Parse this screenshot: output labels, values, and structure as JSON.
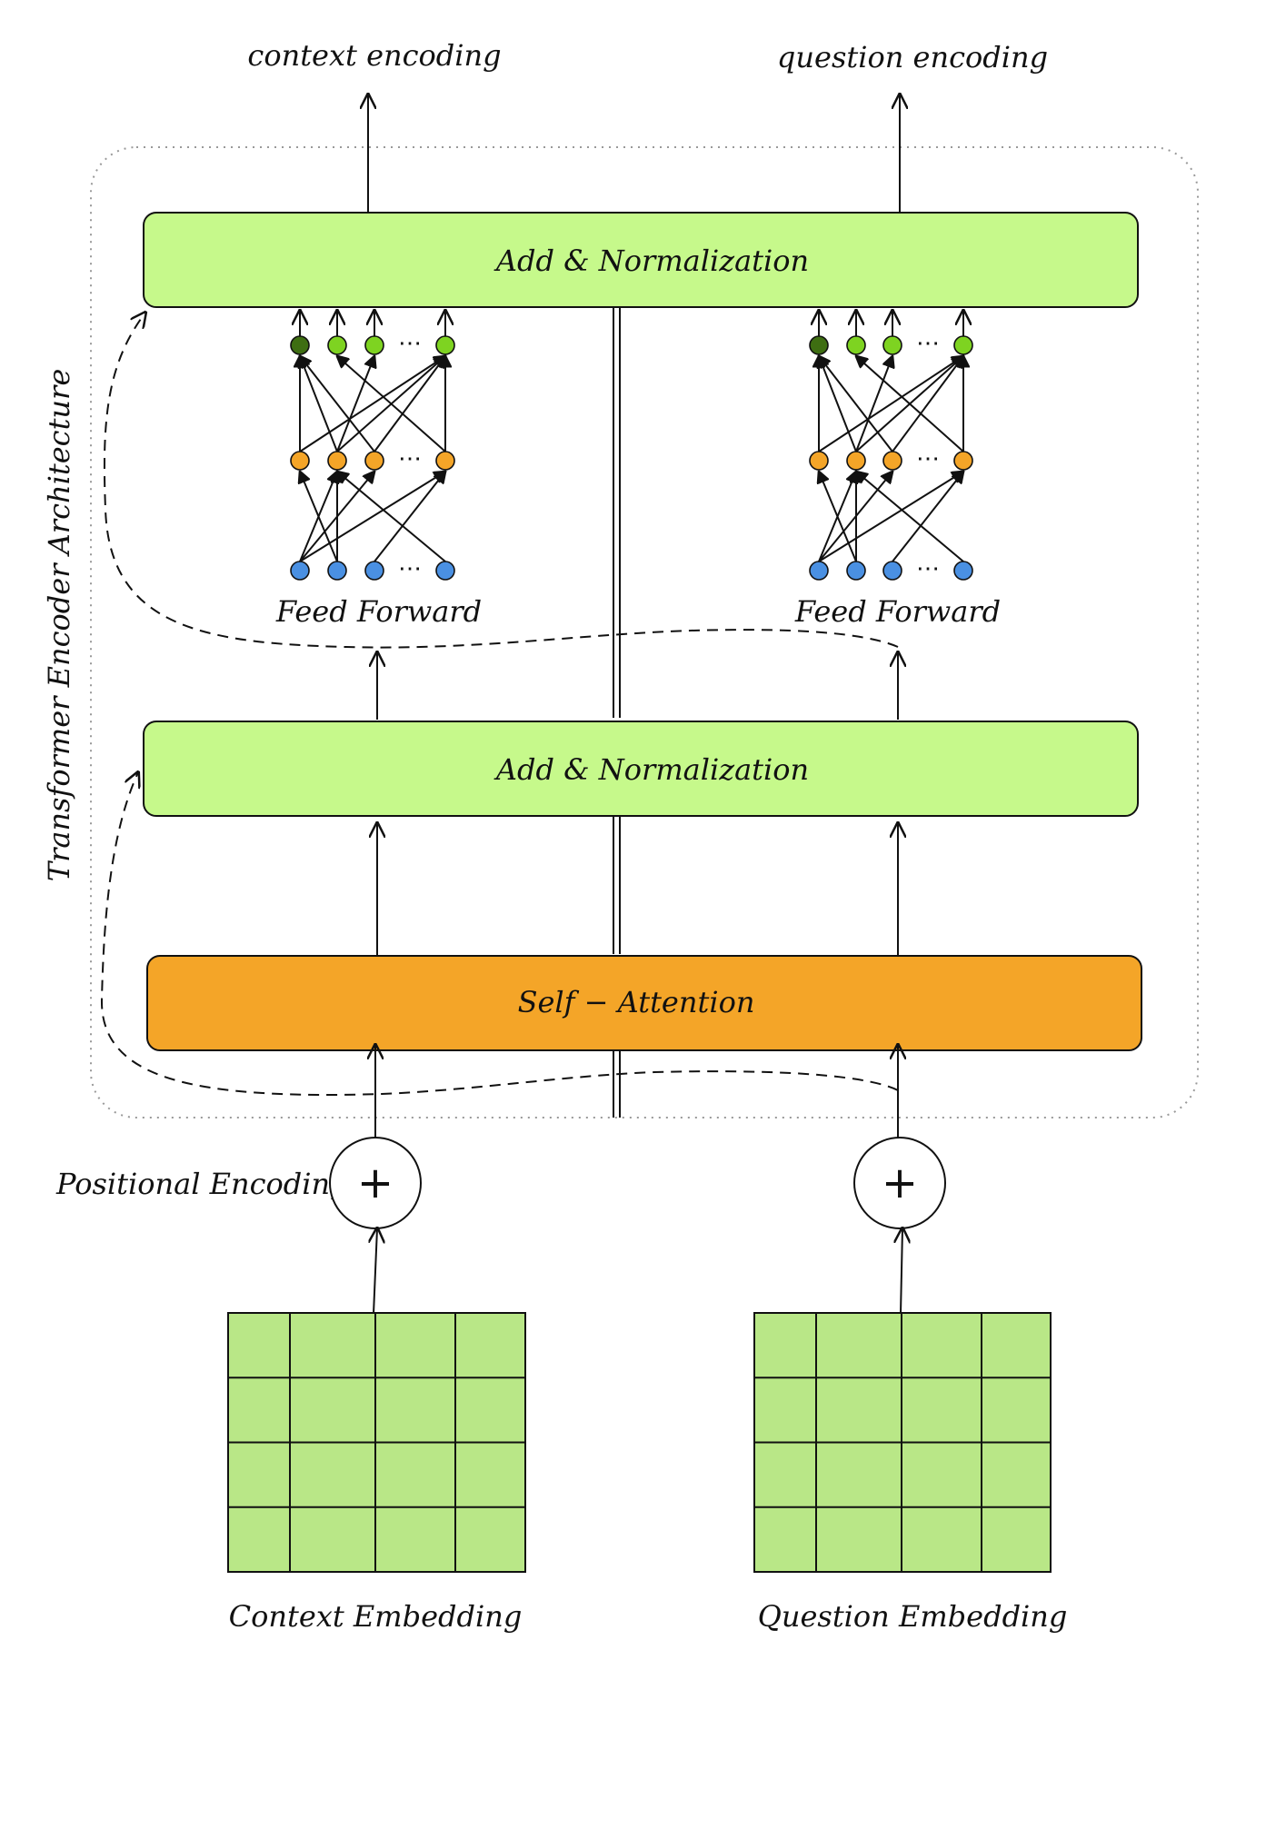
{
  "labels": {
    "context_encoding": "context encoding",
    "question_encoding": "question encoding",
    "add_norm_top": "Add & Normalization",
    "add_norm_mid": "Add & Normalization",
    "self_attention": "Self − Attention",
    "feed_forward_left": "Feed Forward",
    "feed_forward_right": "Feed Forward",
    "positional_encoding": "Positional Encoding",
    "context_embedding": "Context Embedding",
    "question_embedding": "Question Embedding",
    "architecture": "Transformer Encoder Architecture",
    "plus_symbol": "+",
    "ellipsis": "⋯"
  },
  "colors": {
    "add_norm_fill": "#c6f98b",
    "self_attention_fill": "#f4a528",
    "embedding_fill": "#b9e787",
    "node_blue": "#4a90e2",
    "node_orange": "#f4a528",
    "node_green": "#7ed321",
    "node_dark_green": "#3e6e12",
    "frame_dotted": "#999999"
  },
  "embedding_grid": {
    "rows": 4,
    "cols": 4
  },
  "feed_forward": {
    "layers": 3,
    "nodes_per_layer_shown": 4
  }
}
